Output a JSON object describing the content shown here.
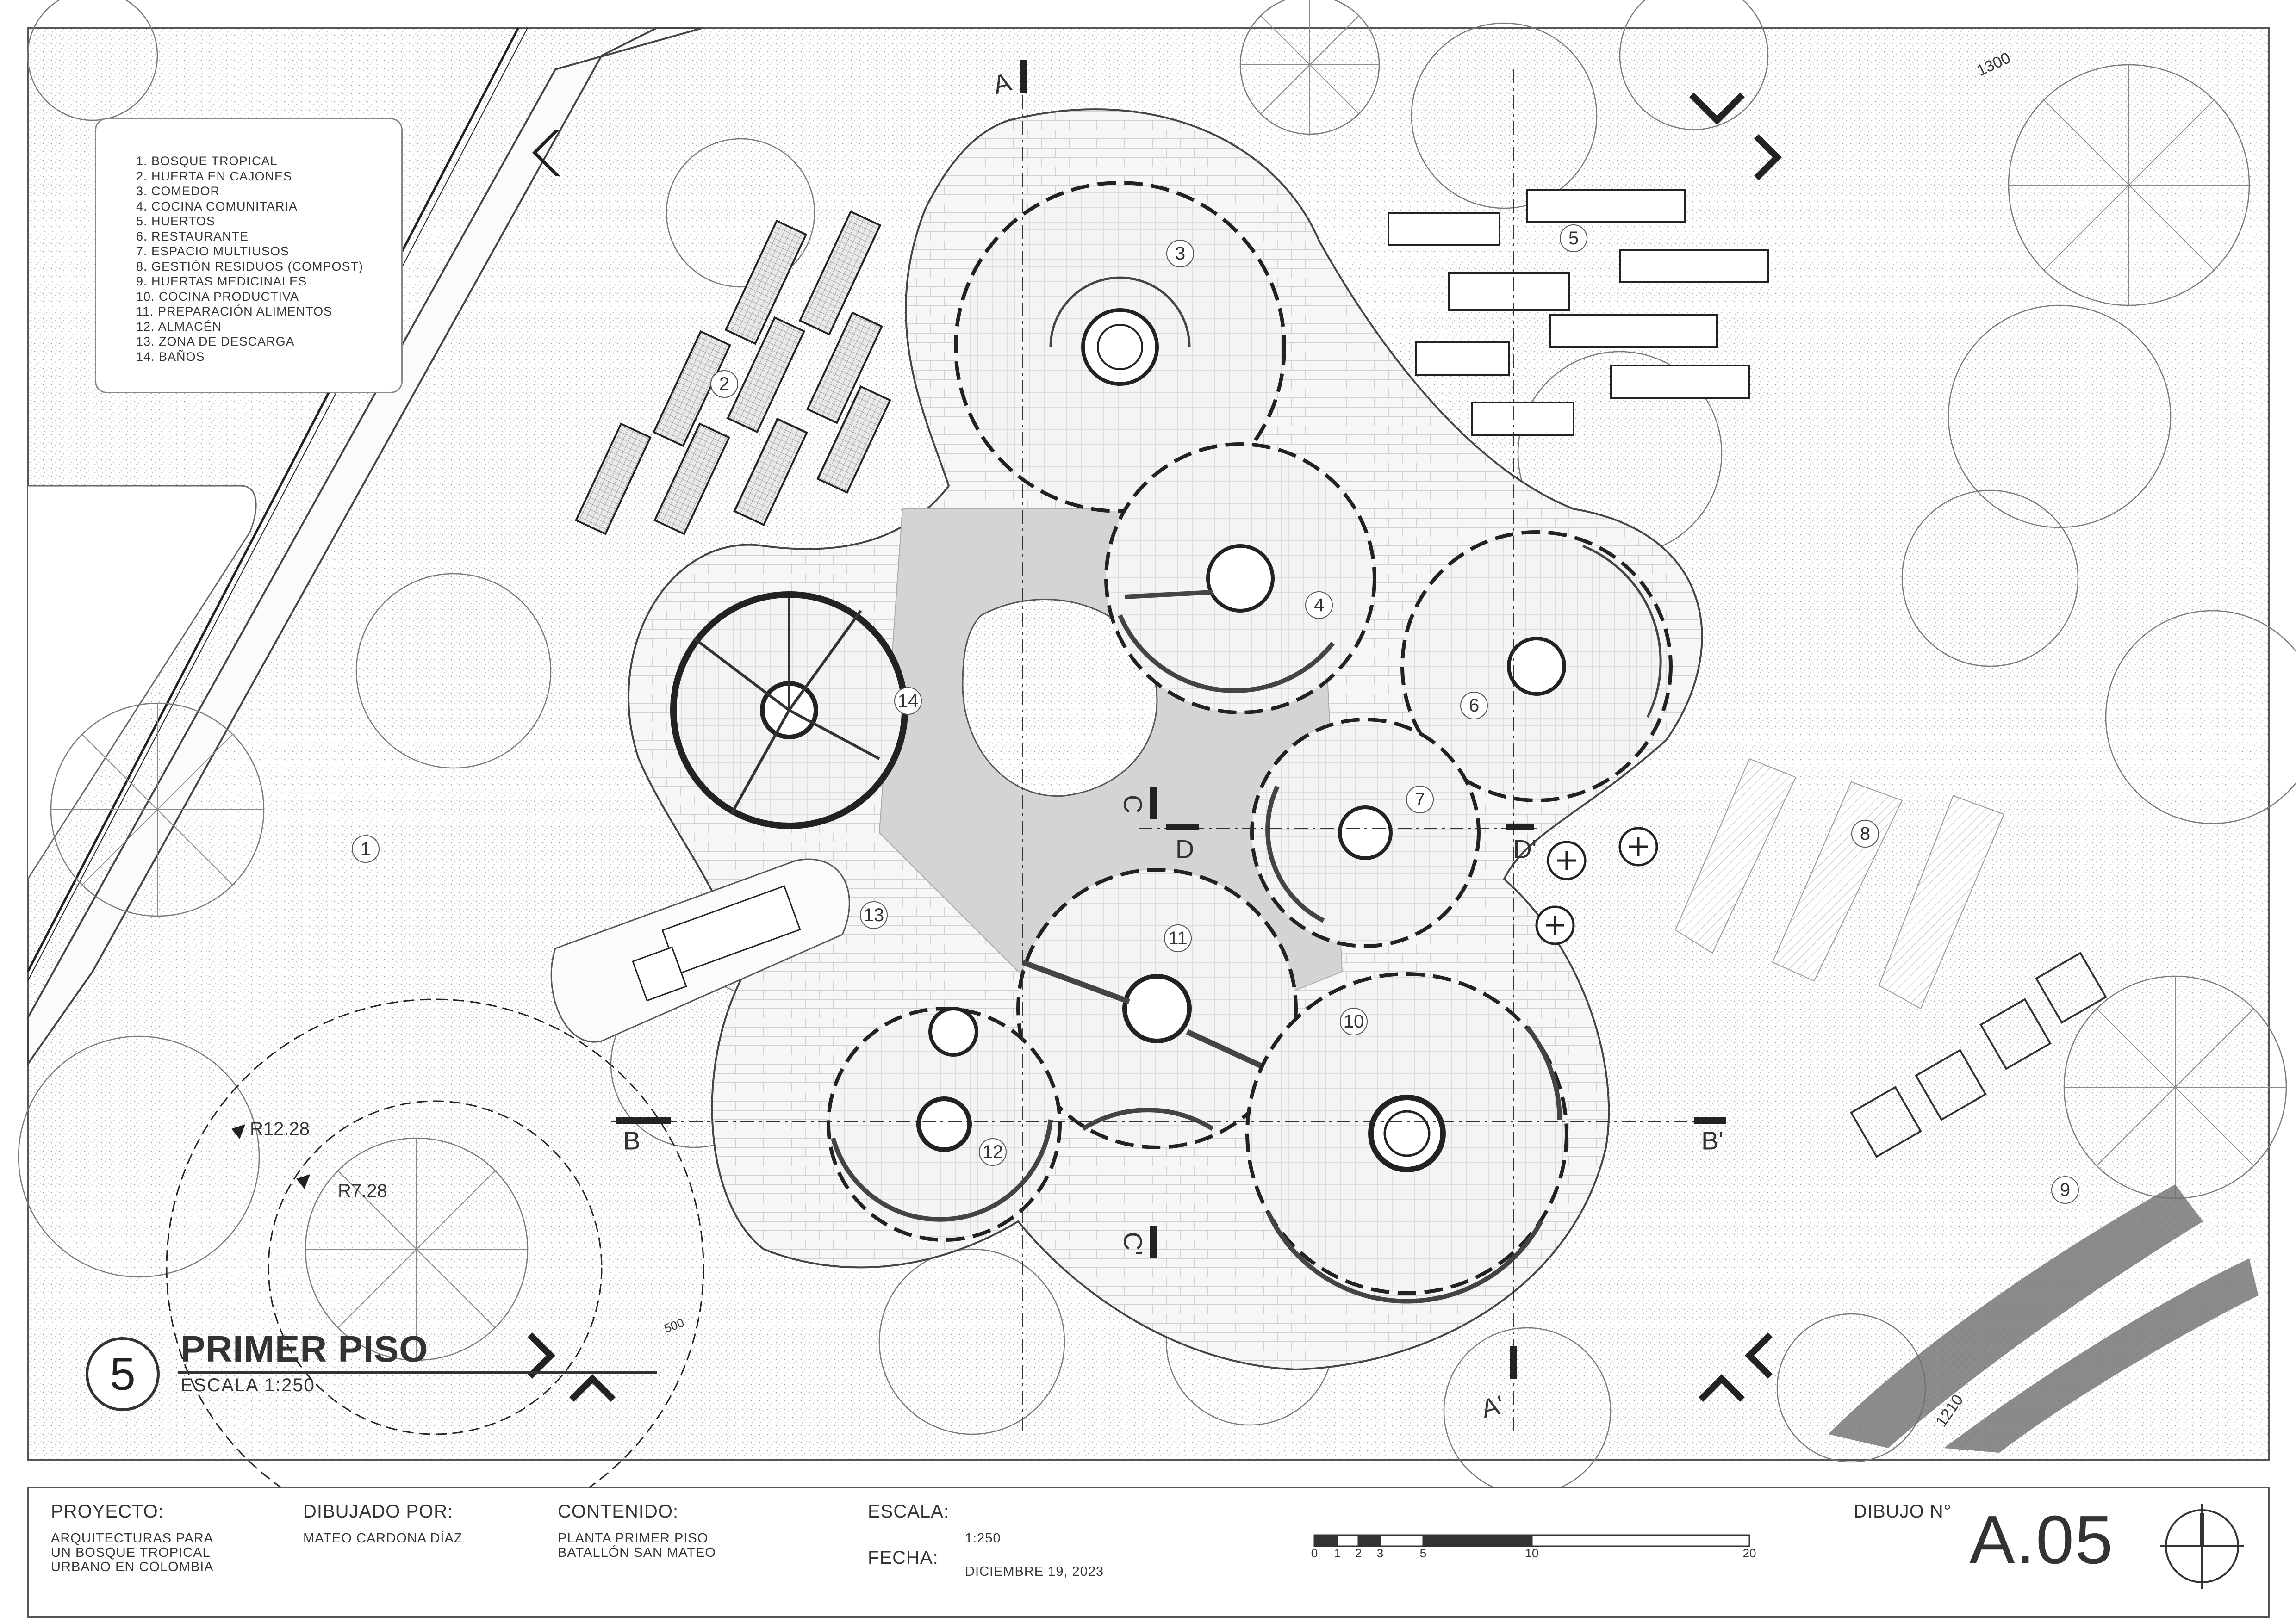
{
  "legend": [
    "1. BOSQUE TROPICAL",
    "2. HUERTA EN CAJONES",
    "3. COMEDOR",
    "4. COCINA COMUNITARIA",
    "5. HUERTOS",
    "6. RESTAURANTE",
    "7. ESPACIO MULTIUSOS",
    "8. GESTIÓN RESIDUOS (COMPOST)",
    "9. HUERTAS MEDICINALES",
    "10. COCINA PRODUCTIVA",
    "11. PREPARACIÓN ALIMENTOS",
    "12. ALMACÉN",
    "13. ZONA DE DESCARGA",
    "14. BAÑOS"
  ],
  "plan_labels": [
    "1",
    "2",
    "3",
    "4",
    "5",
    "6",
    "7",
    "8",
    "9",
    "10",
    "11",
    "12",
    "13",
    "14"
  ],
  "section_marks": {
    "a_top": "A",
    "a_bottom": "A'",
    "b_left": "B",
    "b_right": "B'",
    "c_top": "C",
    "c_bottom": "C'",
    "d_left": "D",
    "d_right": "D'"
  },
  "dimensions": {
    "radius_outer": "R12.28",
    "radius_inner": "R7.28",
    "level_top": "1300",
    "level_bottom": "1210",
    "level_left": "500"
  },
  "drawing_title": {
    "number": "5",
    "title": "PRIMER PISO",
    "scale": "ESCALA 1:250"
  },
  "title_block": {
    "project_label": "PROYECTO:",
    "project_lines": [
      "ARQUITECTURAS PARA",
      "UN BOSQUE TROPICAL",
      "URBANO EN COLOMBIA"
    ],
    "drawn_by_label": "DIBUJADO POR:",
    "drawn_by": "MATEO CARDONA DÍAZ",
    "content_label": "CONTENIDO:",
    "content_lines": [
      "PLANTA PRIMER PISO",
      "BATALLÓN SAN MATEO"
    ],
    "scale_label": "ESCALA:",
    "scale_value": "1:250",
    "date_label": "FECHA:",
    "date_value": "DICIEMBRE 19, 2023",
    "sheet_label": "DIBUJO N°",
    "sheet_number": "A.05",
    "scale_bar_labels": [
      "0",
      "1",
      "2",
      "3",
      "5",
      "10",
      "20"
    ]
  },
  "colors": {
    "line": "#333333",
    "light_fill": "#eeeeee",
    "paving": "#d4d4d4",
    "vegetation": "#9a9a9a"
  }
}
